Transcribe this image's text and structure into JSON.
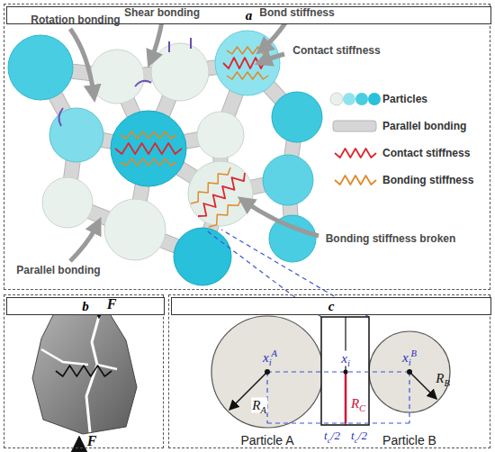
{
  "diagram": {
    "nodes": [
      {
        "text": [
          "a"
        ]
      },
      {
        "text": [
          "b"
        ]
      },
      {
        "text": [
          "c"
        ]
      }
    ],
    "labels": [
      "Shear bonding",
      "Bond stiffness",
      "Rotation bonding",
      "Contact stiffness",
      "Parallel bonding",
      "Bonding stiffness broken",
      "F",
      "F",
      "xiA",
      "xi",
      "xiB",
      "RA",
      "RC",
      "RB",
      "tc/2",
      "tc/2",
      "Particle A",
      "Particle B"
    ],
    "legend": [
      {
        "text": "Particles"
      },
      {
        "text": "Parallel bonding"
      },
      {
        "text": "Contact stiffness"
      },
      {
        "text": "Bonding stiffness"
      }
    ]
  }
}
